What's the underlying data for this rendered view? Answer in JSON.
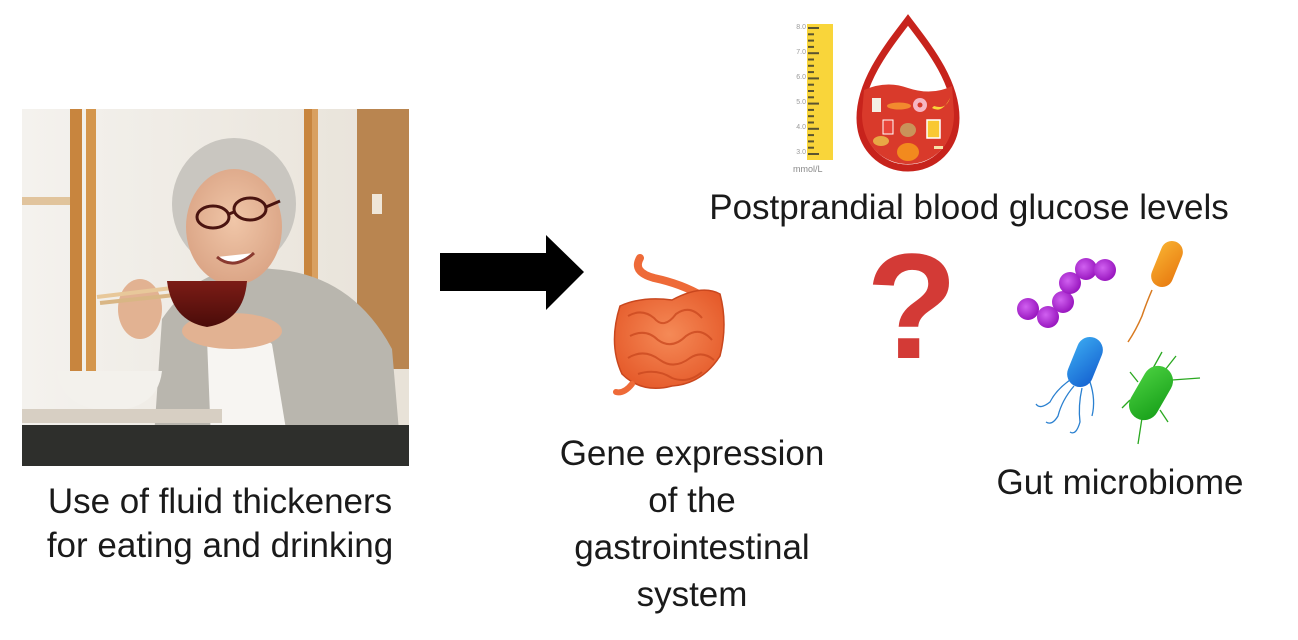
{
  "figure": {
    "left": {
      "photo_description": "Elderly woman smiling, holding a red soup bowl and chopsticks",
      "caption_lines": [
        "Use of fluid thickeners",
        "for eating and drinking"
      ]
    },
    "arrow": {
      "direction": "right",
      "color": "#000000"
    },
    "outcomes": {
      "blood_glucose": {
        "label": "Postprandial blood glucose levels",
        "ruler": {
          "unit": "mmol/L",
          "ticks": [
            "8.0",
            "7.0",
            "6.0",
            "5.0",
            "4.0",
            "3.0"
          ],
          "color": "#F9D53A"
        },
        "drop_color": "#C7231C"
      },
      "gene_expression": {
        "label_lines": [
          "Gene expression",
          "of the",
          "gastrointestinal",
          "system"
        ],
        "icon_color": "#EE6A38"
      },
      "question_mark": {
        "glyph": "?",
        "color": "#D33A36"
      },
      "gut_microbiome": {
        "label": "Gut microbiome",
        "bacteria_colors": [
          "#A020C8",
          "#F08A10",
          "#1E7AE0",
          "#22B020"
        ]
      }
    }
  }
}
